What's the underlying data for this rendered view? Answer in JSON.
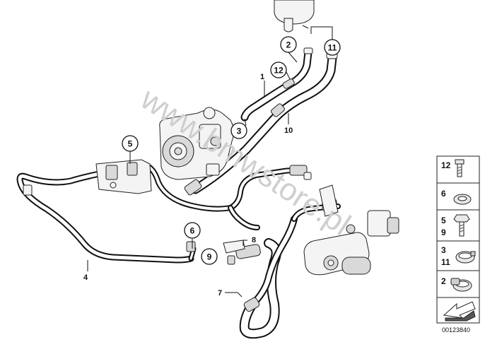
{
  "callouts": {
    "c1": "1",
    "c2": "2",
    "c3": "3",
    "c4": "4",
    "c5": "5",
    "c6": "6",
    "c7": "7",
    "c8": "8",
    "c9": "9",
    "c10": "10",
    "c11": "11",
    "c12": "12"
  },
  "legend": {
    "row1": "12",
    "row2": "6",
    "row3a": "5",
    "row3b": "9",
    "row4a": "3",
    "row4b": "11",
    "row5": "2"
  },
  "watermark": "www.bmwstore.pl",
  "diagram_code": "00123840"
}
